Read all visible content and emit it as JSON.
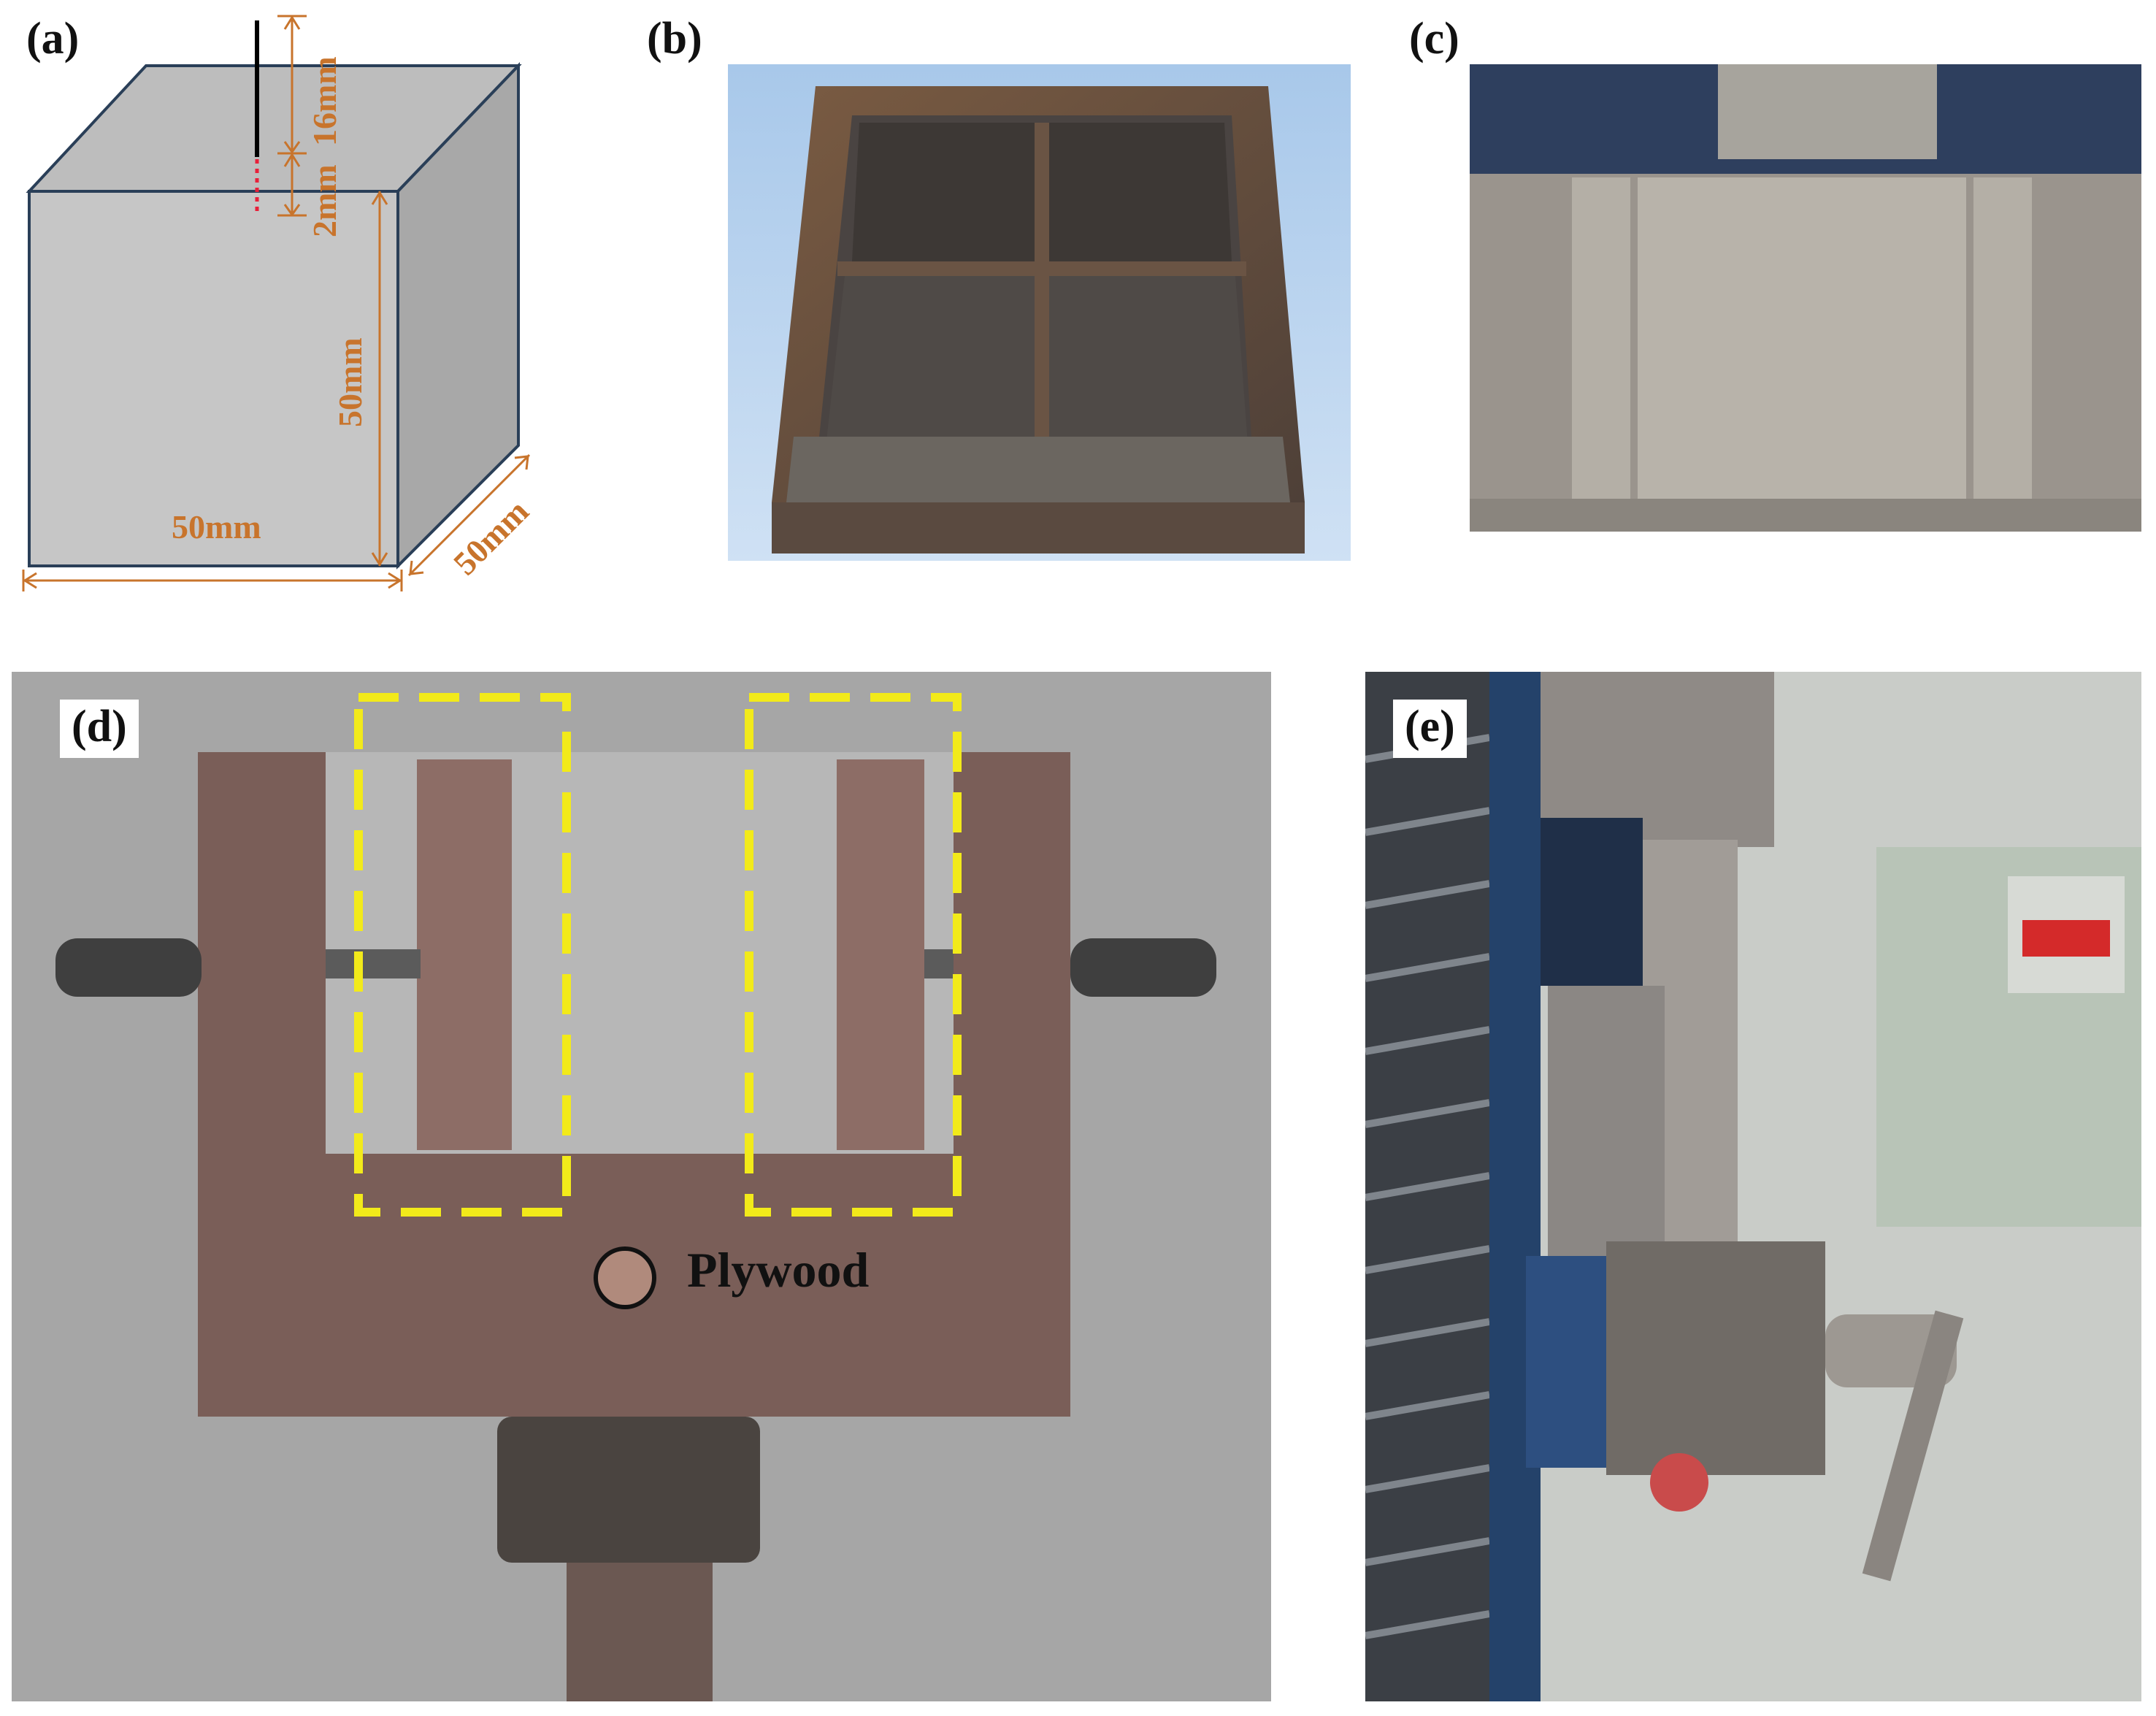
{
  "panels": {
    "a": {
      "label": "(a)",
      "dims": {
        "notch": "16mm",
        "tip": "2mm",
        "height": "50mm",
        "width": "50mm",
        "depth": "50mm"
      }
    },
    "b": {
      "label": "(b)"
    },
    "c": {
      "label": "(c)"
    },
    "d": {
      "label": "(d)",
      "annotation": "Plywood"
    },
    "e": {
      "label": "(e)"
    }
  },
  "colors": {
    "cube_face": "#c6c6c6",
    "cube_side": "#a9a9a9",
    "dimension": "#c8742c",
    "highlight": "#f2ea1a",
    "notch_tip": "#e8203a"
  }
}
